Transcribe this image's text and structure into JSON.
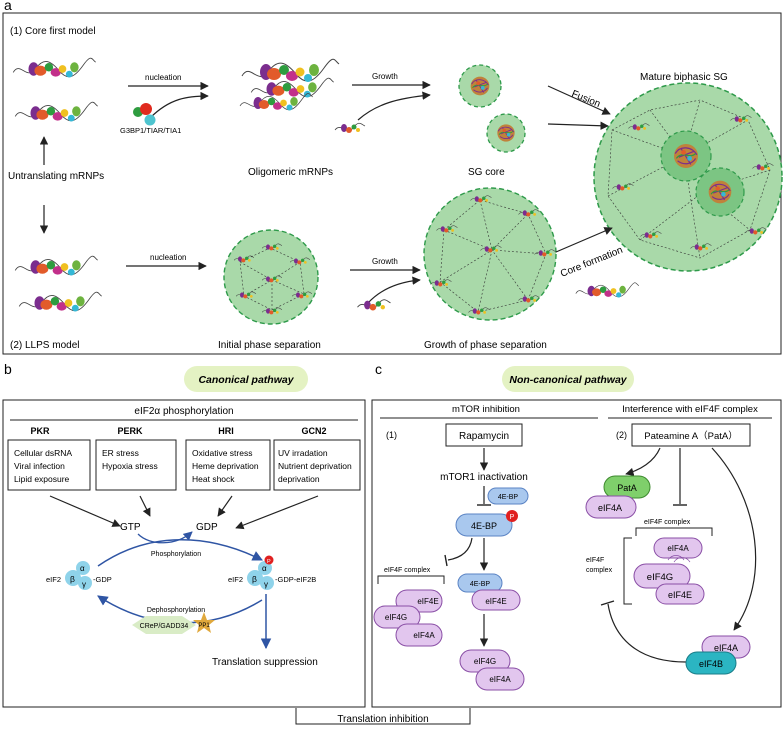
{
  "panel_a": {
    "letter": "a",
    "core_first_title": "(1)  Core first model",
    "llps_title": "(2)  LLPS model",
    "untranslating": "Untranslating mRNPs",
    "nucleation_top": "nucleation",
    "g3bp": "G3BP1/TIAR/TIA1",
    "oligomeric": "Oligomeric mRNPs",
    "growth_top": "Growth",
    "sg_core": "SG core",
    "fusion": "Fusion",
    "mature": "Mature biphasic SG",
    "nucleation_bottom": "nucleation",
    "initial": "Initial phase separation",
    "growth_bottom": "Growth",
    "growth_phase": "Growth of phase separation",
    "core_formation": "Core formation"
  },
  "panel_b": {
    "letter": "b",
    "pill": "Canonical pathway",
    "header": "eIF2α phosphorylation",
    "kinases": [
      {
        "name": "PKR",
        "lines": [
          "Cellular dsRNA",
          "Viral infection",
          "Lipid exposure"
        ]
      },
      {
        "name": "PERK",
        "lines": [
          "ER stress",
          "Hypoxia stress"
        ]
      },
      {
        "name": "HRI",
        "lines": [
          "Oxidative stress",
          "Heme deprivation",
          "Heat shock"
        ]
      },
      {
        "name": "GCN2",
        "lines": [
          "UV irradation",
          "Nutrient deprivation",
          "deprivation"
        ]
      }
    ],
    "gtp": "GTP",
    "gdp": "GDP",
    "phosphorylation": "Phosphorylation",
    "dephosphorylation": "Dephosphorylation",
    "eif2_left": "eIF2",
    "gdp_left": "-GDP",
    "eif2_right": "eIF2",
    "gdp_right": "-GDP-eIF2B",
    "alpha": "α",
    "beta": "β",
    "gamma": "γ",
    "p": "P",
    "crep": "CReP/GADD34",
    "pp1": "PP1",
    "translation_suppression": "Translation suppression"
  },
  "panel_c": {
    "letter": "c",
    "pill": "Non-canonical pathway",
    "mtor_header": "mTOR inhibition",
    "eif4f_header": "Interference with eIF4F complex",
    "num1": "(1)",
    "rapamycin": "Rapamycin",
    "mtor_inact": "mTOR1 inactivation",
    "bp_small": "4E-BP",
    "bp_big": "4E-BP",
    "p": "P",
    "complex_label_left": "eIF4F complex",
    "eif4e_a": "eIF4E",
    "eif4g_a": "eIF4G",
    "eif4a_a": "eIF4A",
    "bp_c": "4E-BP",
    "eif4e_c": "eIF4E",
    "eif4g_d": "eIF4G",
    "eif4a_d": "eIF4A",
    "num2": "(2)",
    "pateamine": "Pateamine A（PatA）",
    "pata": "PatA",
    "eif4a_b": "eIF4A",
    "complex_label_right": "eIF4F complex",
    "eif4a_r": "eIF4A",
    "eif4g_r": "eIF4G",
    "eif4e_r": "eIF4E",
    "side_label_1": "eIF4F",
    "side_label_2": "complex",
    "eif4a_bot": "eIF4A",
    "eif4b": "eIF4B"
  },
  "footer": {
    "translation_inhibition": "Translation inhibition"
  },
  "colors": {
    "sg_fill": "#a9d9a9",
    "sg_stroke": "#2e9a4a",
    "pill": "#e4f2c3",
    "eif_purple": "#e2c6ee",
    "eif_purple_stroke": "#8a4fa6",
    "bp_blue": "#a9c8ee",
    "bp_blue_stroke": "#5a83c4",
    "p_red": "#e02020",
    "subunit_cyan": "#8fd3ea",
    "arrow_blue": "#2f55a4",
    "pata_green": "#7fcf6b",
    "eif4b_teal": "#2bb5c2",
    "crep_green": "#d9ecc6",
    "pp1_gold": "#e0a83c"
  }
}
